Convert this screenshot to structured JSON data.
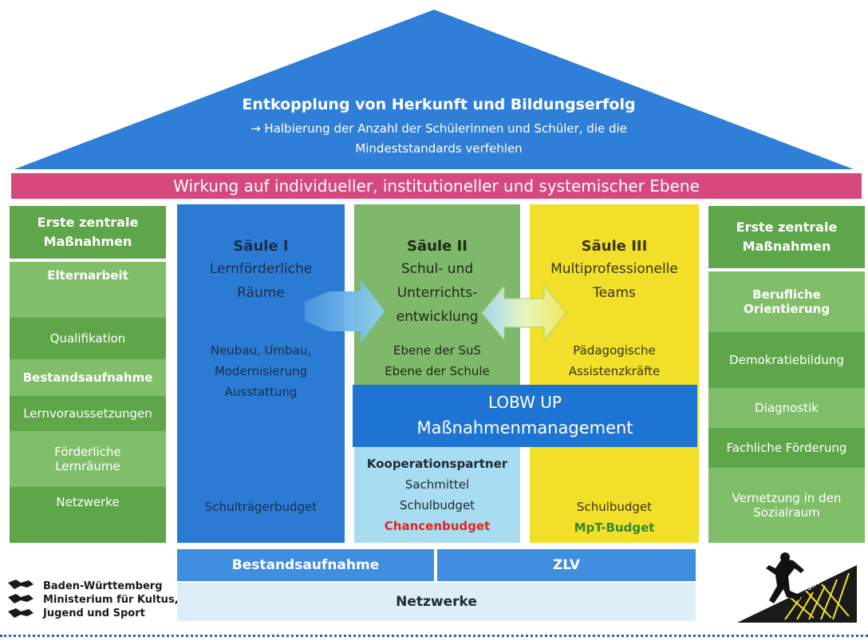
{
  "roof": {
    "title": "Entkopplung von Herkunft und Bildungserfolg",
    "subtitle_line1": "→ Halbierung der Anzahl der Schülerinnen und Schüler, die die",
    "subtitle_line2": "Mindeststandards verfehlen",
    "color": "#2f7fd8"
  },
  "band": {
    "text": "Wirkung auf individueller, institutioneller und systemischer Ebene",
    "color": "#d6487e"
  },
  "left_column": {
    "heading_line1": "Erste zentrale",
    "heading_line2": "Maßnahmen",
    "items": [
      "Elternarbeit",
      "Qualifikation",
      "Bestandsaufnahme",
      "Lernvoraussetzungen",
      "Förderliche",
      "Lernräume",
      "Netzwerke"
    ]
  },
  "right_column": {
    "heading_line1": "Erste zentrale",
    "heading_line2": "Maßnahmen",
    "items": [
      "Berufliche",
      "Orientierung",
      "Demokratiebildung",
      "Diagnostik",
      "Fachliche Förderung",
      "Vernetzung in den",
      "Sozialraum"
    ]
  },
  "pillar1": {
    "title": "Säule I",
    "sub_line1": "Lernförderliche",
    "sub_line2": "Räume",
    "body_line1": "Neubau, Umbau,",
    "body_line2": "Modernisierung",
    "body_line3": "Ausstattung",
    "budget": "Schulträgerbudget",
    "color": "#2b7bd5"
  },
  "pillar2": {
    "title": "Säule II",
    "sub_line1": "Schul- und",
    "sub_line2": "Unterrichts-",
    "sub_line3": "entwicklung",
    "body_line1": "Ebene der SuS",
    "body_line2": "Ebene der Schule",
    "color": "#7eb86a"
  },
  "pillar3": {
    "title": "Säule III",
    "sub_line1": "Multiprofessionelle",
    "sub_line2": "Teams",
    "body_line1": "Pädagogische",
    "body_line2": "Assistenzkräfte",
    "budget1": "Schulbudget",
    "budget2": "MpT-Budget",
    "color": "#f2df2a"
  },
  "lobw": {
    "line1": "LOBW UP",
    "line2": "Maßnahmenmanagement"
  },
  "lower_mid": {
    "line1": "Kooperationspartner",
    "line2": "Sachmittel",
    "line3": "Schulbudget",
    "line4": "Chancenbudget"
  },
  "bottom": {
    "left_label": "Bestandsaufnahme",
    "right_label": "ZLV",
    "netzwerke": "Netzwerke"
  },
  "ministry": {
    "line1": "Baden-Württemberg",
    "line2": "Ministerium für Kultus,",
    "line3": "Jugend und Sport"
  },
  "logo": {
    "text": "STARTCHANCEN BW"
  }
}
